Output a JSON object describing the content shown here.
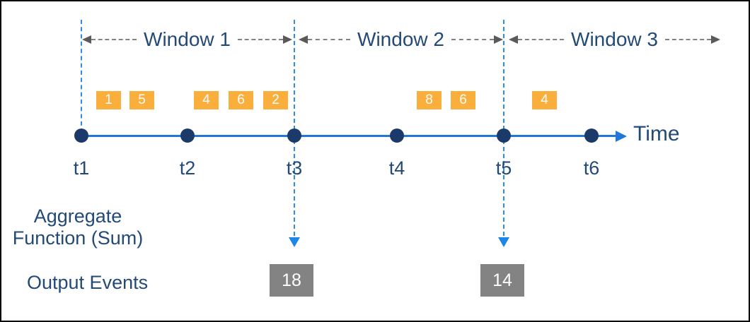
{
  "windows": [
    {
      "label": "Window 1",
      "events": [
        "1",
        "5",
        "4",
        "6",
        "2"
      ],
      "sum": "18"
    },
    {
      "label": "Window 2",
      "events": [
        "8",
        "6"
      ],
      "sum": "14"
    },
    {
      "label": "Window 3",
      "events": [
        "4"
      ],
      "sum": ""
    }
  ],
  "events": [
    {
      "value": "1"
    },
    {
      "value": "5"
    },
    {
      "value": "4"
    },
    {
      "value": "6"
    },
    {
      "value": "2"
    },
    {
      "value": "8"
    },
    {
      "value": "6"
    },
    {
      "value": "4"
    }
  ],
  "timeline": {
    "label": "Time",
    "ticks": [
      "t1",
      "t2",
      "t3",
      "t4",
      "t5",
      "t6"
    ]
  },
  "aggregate": {
    "line1": "Aggregate",
    "line2": "Function (Sum)"
  },
  "output_events": {
    "label": "Output Events",
    "values": [
      {
        "value": "18",
        "at": "t3"
      },
      {
        "value": "14",
        "at": "t5"
      }
    ]
  },
  "colors": {
    "navy_text": "#234a77",
    "dot_navy": "#1b3a6a",
    "timeline_blue": "#1f78d9",
    "dashed_blue": "#2e8be6",
    "arrow_blue": "#1d87e8",
    "span_gray": "#828282",
    "event_orange": "#faae3c",
    "output_gray": "#838383",
    "background": "#ffffff",
    "border": "#000000"
  }
}
